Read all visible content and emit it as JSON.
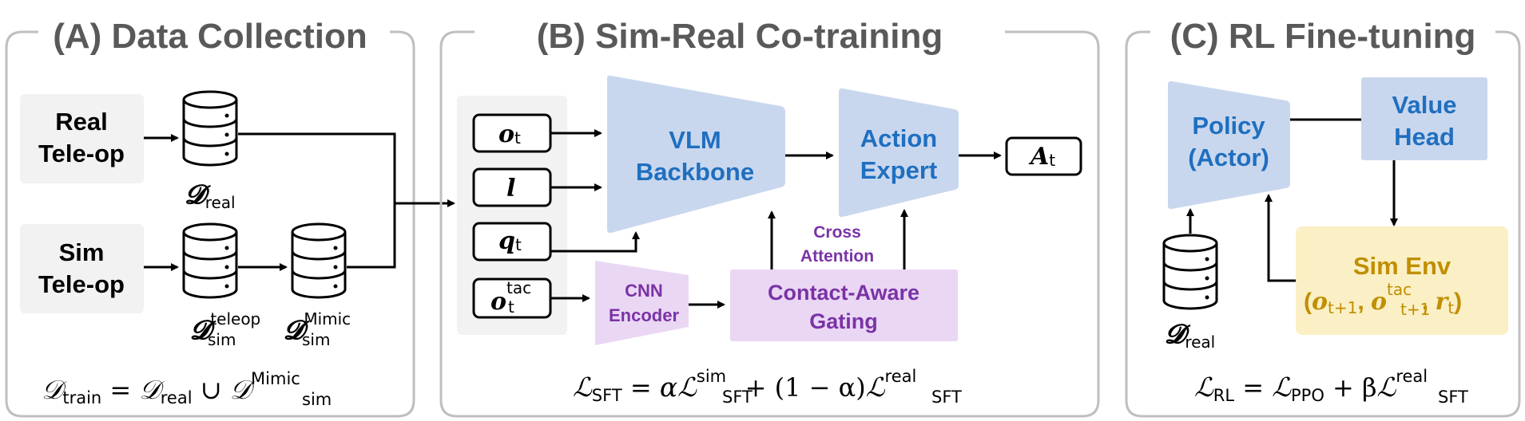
{
  "panels": {
    "a": {
      "title": "(A) Data Collection",
      "real_teleop": [
        "Real",
        "Tele-op"
      ],
      "sim_teleop": [
        "Sim",
        "Tele-op"
      ],
      "db_real": {
        "sym": "𝓓",
        "sub": "real"
      },
      "db_teleop": {
        "sym": "𝓓",
        "sub": "sim",
        "sup": "teleop"
      },
      "db_mimic": {
        "sym": "𝓓",
        "sub": "sim",
        "sup": "Mimic"
      },
      "equation": {
        "lhs": "𝒟",
        "lhs_sub": "train",
        "eq": " = ",
        "t1": "𝒟",
        "t1_sub": "real",
        "union": " ∪ ",
        "t2": "𝒟",
        "t2_sub": "sim",
        "t2_sup": "Mimic"
      }
    },
    "b": {
      "title": "(B) Sim-Real Co-training",
      "inputs": [
        {
          "sym": "𝒐",
          "sub": "t",
          "sup": ""
        },
        {
          "sym": "𝒍",
          "sub": "",
          "sup": ""
        },
        {
          "sym": "𝒒",
          "sub": "t",
          "sup": ""
        },
        {
          "sym": "𝒐",
          "sub": "t",
          "sup": "tac"
        }
      ],
      "vlm": [
        "VLM",
        "Backbone"
      ],
      "action_expert": [
        "Action",
        "Expert"
      ],
      "output": {
        "sym": "𝑨",
        "sub": "t"
      },
      "cnn": [
        "CNN",
        "Encoder"
      ],
      "gating": [
        "Contact-Aware",
        "Gating"
      ],
      "cross_attention": [
        "Cross",
        "Attention"
      ],
      "equation": {
        "lhs": "ℒ",
        "lhs_sub": "SFT",
        "eq": " = ",
        "alpha": "α",
        "t1": "ℒ",
        "t1_sub": "SFT",
        "t1_sup": "sim",
        "mid": " + (1 − α)",
        "t2": "ℒ",
        "t2_sub": "SFT",
        "t2_sup": "real"
      }
    },
    "c": {
      "title": "(C) RL Fine-tuning",
      "policy": [
        "Policy",
        "(Actor)"
      ],
      "value_head": [
        "Value",
        "Head"
      ],
      "sim_env": "Sim Env",
      "sim_env_tuple": {
        "open": "(",
        "o": "𝒐",
        "o_sub": "t+1",
        "comma1": ", ",
        "otac": "𝒐",
        "otac_sub": "t+1",
        "otac_sup": "tac",
        "comma2": ", ",
        "r": "𝒓",
        "r_sub": "t",
        "close": ")"
      },
      "db_real": {
        "sym": "𝓓",
        "sub": "real"
      },
      "equation": {
        "lhs": "ℒ",
        "lhs_sub": "RL",
        "eq": " = ",
        "t1": "ℒ",
        "t1_sub": "PPO",
        "plus": " + β",
        "t2": "ℒ",
        "t2_sub": "SFT",
        "t2_sup": "real"
      }
    }
  },
  "colors": {
    "panel_border": "#bfbfbf",
    "title": "#595959",
    "gray_box": "#f2f2f2",
    "blue_fill": "#c9d7ee",
    "blue_text": "#1f6fc0",
    "purple_fill": "#ead7f4",
    "purple_text": "#7a33a6",
    "gold_fill": "#fbefc5",
    "gold_text": "#bf8f00"
  }
}
